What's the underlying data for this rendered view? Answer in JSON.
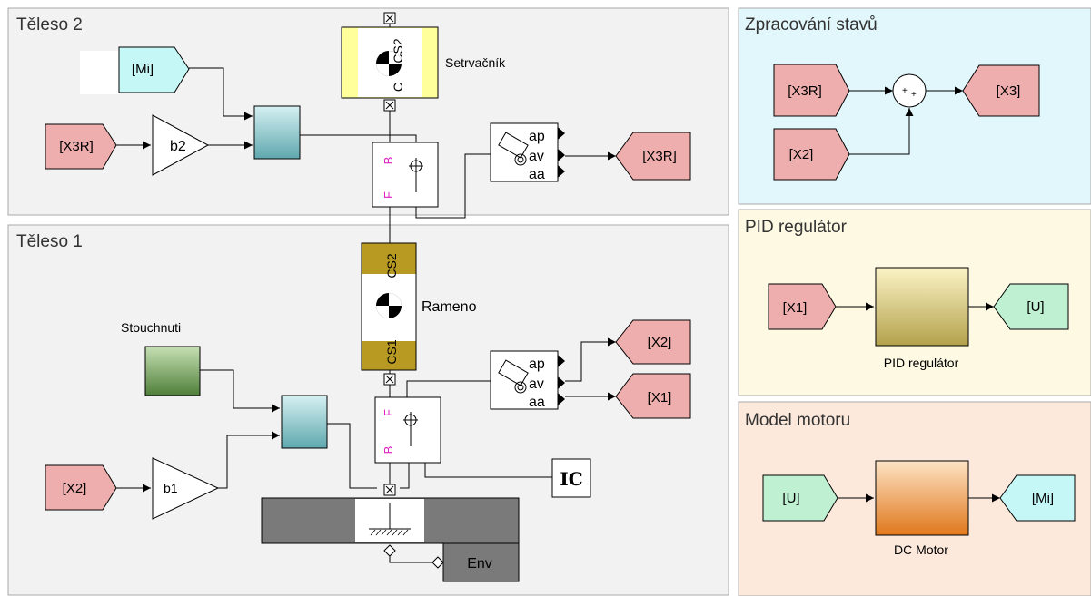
{
  "areas": {
    "teleso2": "Těleso 2",
    "teleso1": "Těleso 1",
    "zpracovani": "Zpracování stavů",
    "pid": "PID regulátor",
    "motor": "Model motoru"
  },
  "tags": {
    "mi_from": "[Mi]",
    "x3r_from_top": "[X3R]",
    "x3r_goto": "[X3R]",
    "x2_goto": "[X2]",
    "x1_goto": "[X1]",
    "x2_from_left": "[X2]",
    "x3r_from_zs": "[X3R]",
    "x2_from_zs": "[X2]",
    "x3_goto": "[X3]",
    "x1_from_pid": "[X1]",
    "u_goto": "[U]",
    "u_from": "[U]",
    "mi_goto": "[Mi]"
  },
  "blocks": {
    "gain_b2": "b2",
    "gain_b1": "b1",
    "setrvacnik": "Setrvačník",
    "rameno": "Rameno",
    "stouchnuti": "Stouchnuti",
    "env": "Env",
    "ic": "IC",
    "pid_label": "PID regulátor",
    "dc_label": "DC Motor",
    "cs1": "CS1",
    "cs2": "CS2",
    "cs2_top": "CS2",
    "cs_top": "C",
    "joint_b": "B",
    "joint_f": "F",
    "sensor_ap": "ap",
    "sensor_av": "av",
    "sensor_aa": "aa"
  },
  "colors": {
    "goto_pink": "#efaeae",
    "from_cyan": "#c6f7f7",
    "goto_green": "#bff0d2",
    "area_gray": "#f2f2f2",
    "area_cyan": "#e2f7fb",
    "area_yellow": "#fdf9e3",
    "area_orange": "#fce9dc",
    "subsystem_teal": "#7fc2c8",
    "pid_gold": "#d9c978",
    "motor_orange": "#ef9a45",
    "body_gold": "#b89a22",
    "flywheel_yellow": "#ffff9c",
    "stouchnuti_green": "#7da664",
    "ground_gray": "#7a7a7a"
  }
}
